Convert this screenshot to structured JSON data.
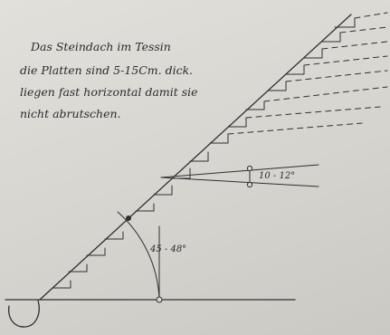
{
  "note": {
    "line1": "Das Steindach im Tessin",
    "line2": "die Platten sind 5-15Cm. dick.",
    "line3": "liegen fast horizontal damit sie",
    "line4": "nicht abrutschen."
  },
  "labels": {
    "roof_pitch": "45 - 48°",
    "slab_tilt": "10 - 12°"
  },
  "colors": {
    "paper": "#d9d7d1",
    "ink": "#2f3033"
  }
}
